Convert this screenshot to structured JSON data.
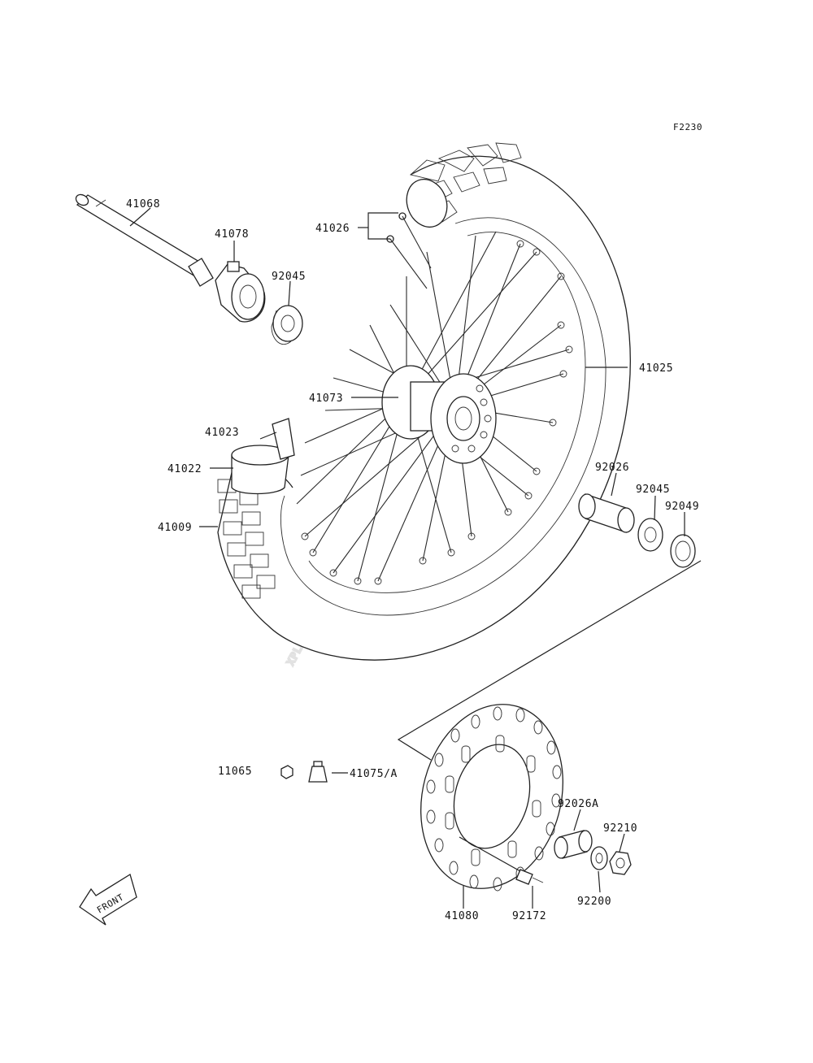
{
  "figure_code": "F2230",
  "watermark": "XPLDE",
  "front_label": "FRONT",
  "parts": {
    "p41068": "41068",
    "p41078": "41078",
    "p92045_top": "92045",
    "p41026": "41026",
    "p41025": "41025",
    "p41073": "41073",
    "p41023": "41023",
    "p41022": "41022",
    "p41009": "41009",
    "p92026": "92026",
    "p92045_right": "92045",
    "p92049": "92049",
    "p11065": "11065",
    "p41075A": "41075/A",
    "p92026A": "92026A",
    "p92210": "92210",
    "p92200": "92200",
    "p92172": "92172",
    "p41080": "41080"
  }
}
